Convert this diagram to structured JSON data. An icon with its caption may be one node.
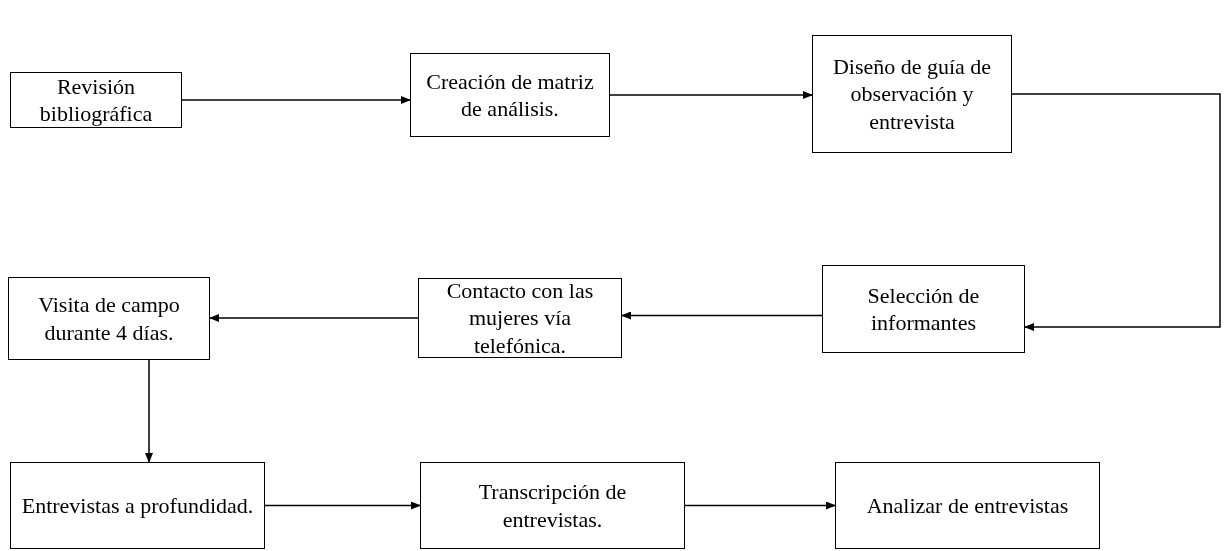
{
  "diagram": {
    "nodes": [
      {
        "text": [
          "Revisión bibliográfica"
        ]
      },
      {
        "text": [
          "Creación de matriz de análisis."
        ]
      },
      {
        "text": [
          "Diseño de guía de observación y entrevista"
        ]
      },
      {
        "text": [
          "Visita de campo durante 4 días."
        ]
      },
      {
        "text": [
          "Contacto con las mujeres vía telefónica."
        ]
      },
      {
        "text": [
          "Selección de informantes"
        ]
      },
      {
        "text": [
          "Entrevistas a profundidad."
        ]
      },
      {
        "text": [
          "Transcripción de entrevistas."
        ]
      },
      {
        "text": [
          "Analizar de entrevistas"
        ]
      }
    ],
    "edges": [
      {
        "from": 0,
        "to": 1,
        "arrow": "to"
      },
      {
        "from": 1,
        "to": 2,
        "arrow": "to"
      },
      {
        "from": 2,
        "to": 5,
        "arrow": "to"
      },
      {
        "from": 5,
        "to": 4,
        "arrow": "to"
      },
      {
        "from": 4,
        "to": 3,
        "arrow": "to"
      },
      {
        "from": 3,
        "to": 6,
        "arrow": "to"
      },
      {
        "from": 6,
        "to": 7,
        "arrow": "to"
      },
      {
        "from": 7,
        "to": 8,
        "arrow": "to"
      }
    ]
  }
}
